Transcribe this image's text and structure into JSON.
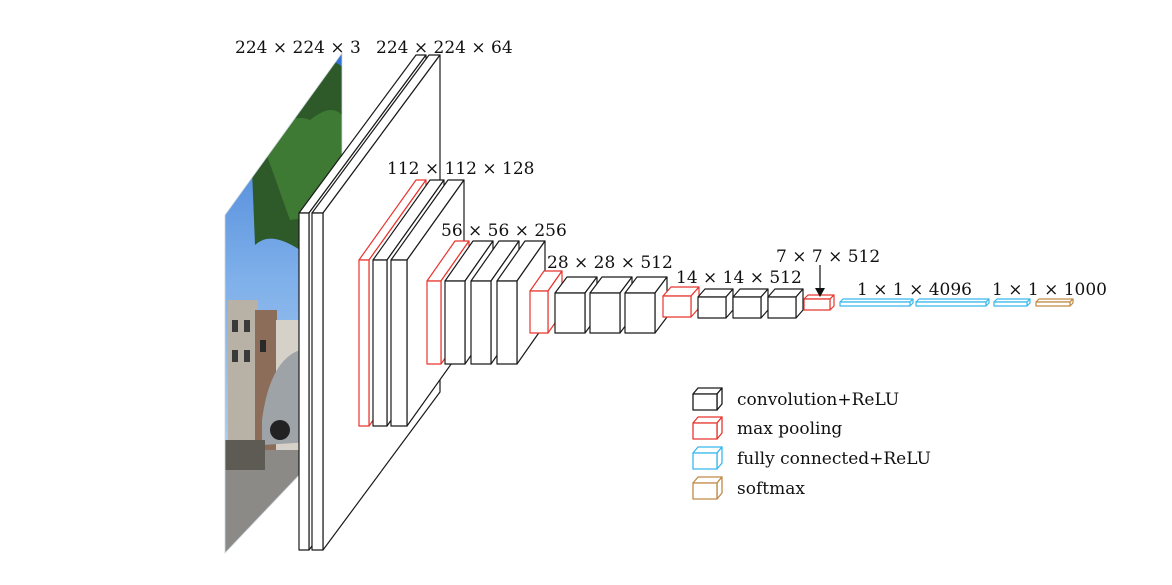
{
  "colors": {
    "conv": "#1a1a1a",
    "pool": "#e8352e",
    "fc": "#38b8ec",
    "softmax": "#c08a46",
    "face": "#ffffff",
    "background": "#ffffff"
  },
  "input_image": {
    "icon": "street-photo-image"
  },
  "dimension_labels": {
    "input": "224 × 224 × 3",
    "conv1": "224 × 224 × 64",
    "conv2": "112 × 112 × 128",
    "conv3": "56 × 56 × 256",
    "conv4": "28 × 28 × 512",
    "conv5": "14 × 14 × 512",
    "pool5": "7 × 7 × 512",
    "fc1": "1 × 1 × 4096",
    "fc3": "1 × 1 × 1000"
  },
  "legend": [
    {
      "type": "conv",
      "label": "convolution+ReLU"
    },
    {
      "type": "pool",
      "label": "max pooling"
    },
    {
      "type": "fc",
      "label": "fully connected+ReLU"
    },
    {
      "type": "softmax",
      "label": "softmax"
    }
  ]
}
